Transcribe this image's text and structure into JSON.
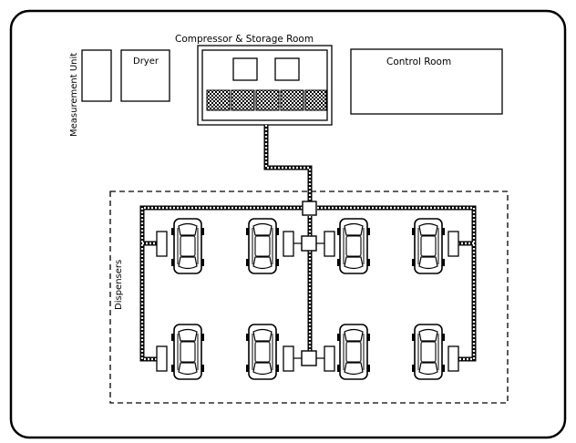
{
  "labels": {
    "measurement_unit": "Measurement Unit",
    "dryer": "Dryer",
    "compressor_storage_room": "Compressor & Storage Room",
    "control_room": "Control Room",
    "dispensers": "Dispensers"
  },
  "colors": {
    "line": "#000000",
    "background": "#ffffff",
    "pipe_fill": "#ffffff"
  }
}
